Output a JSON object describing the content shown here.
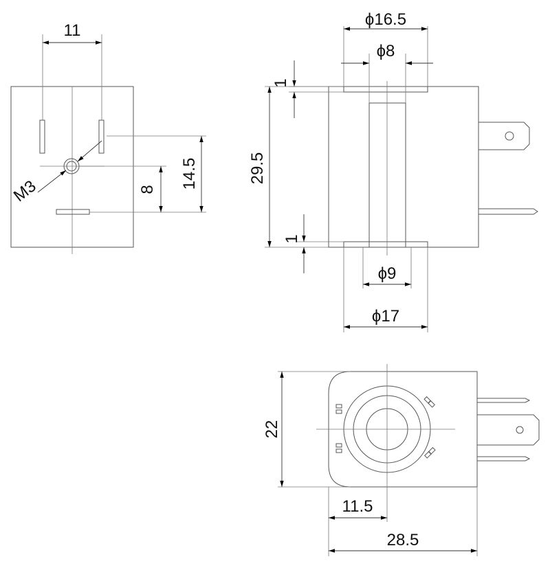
{
  "views": {
    "front": {
      "dim_pin_spacing": "11",
      "dim_thread": "M3",
      "dim_screw_to_slot": "8",
      "dim_pin_to_slot": "14.5"
    },
    "side": {
      "dim_top_outer_dia": "ϕ16.5",
      "dim_top_inner_dia": "ϕ8",
      "dim_top_flange": "1",
      "dim_height": "29.5",
      "dim_bottom_flange": "1",
      "dim_bottom_inner_dia": "ϕ9",
      "dim_bottom_outer_dia": "ϕ17"
    },
    "bottom": {
      "dim_height": "22",
      "dim_center_offset": "11.5",
      "dim_total_width": "28.5"
    }
  }
}
